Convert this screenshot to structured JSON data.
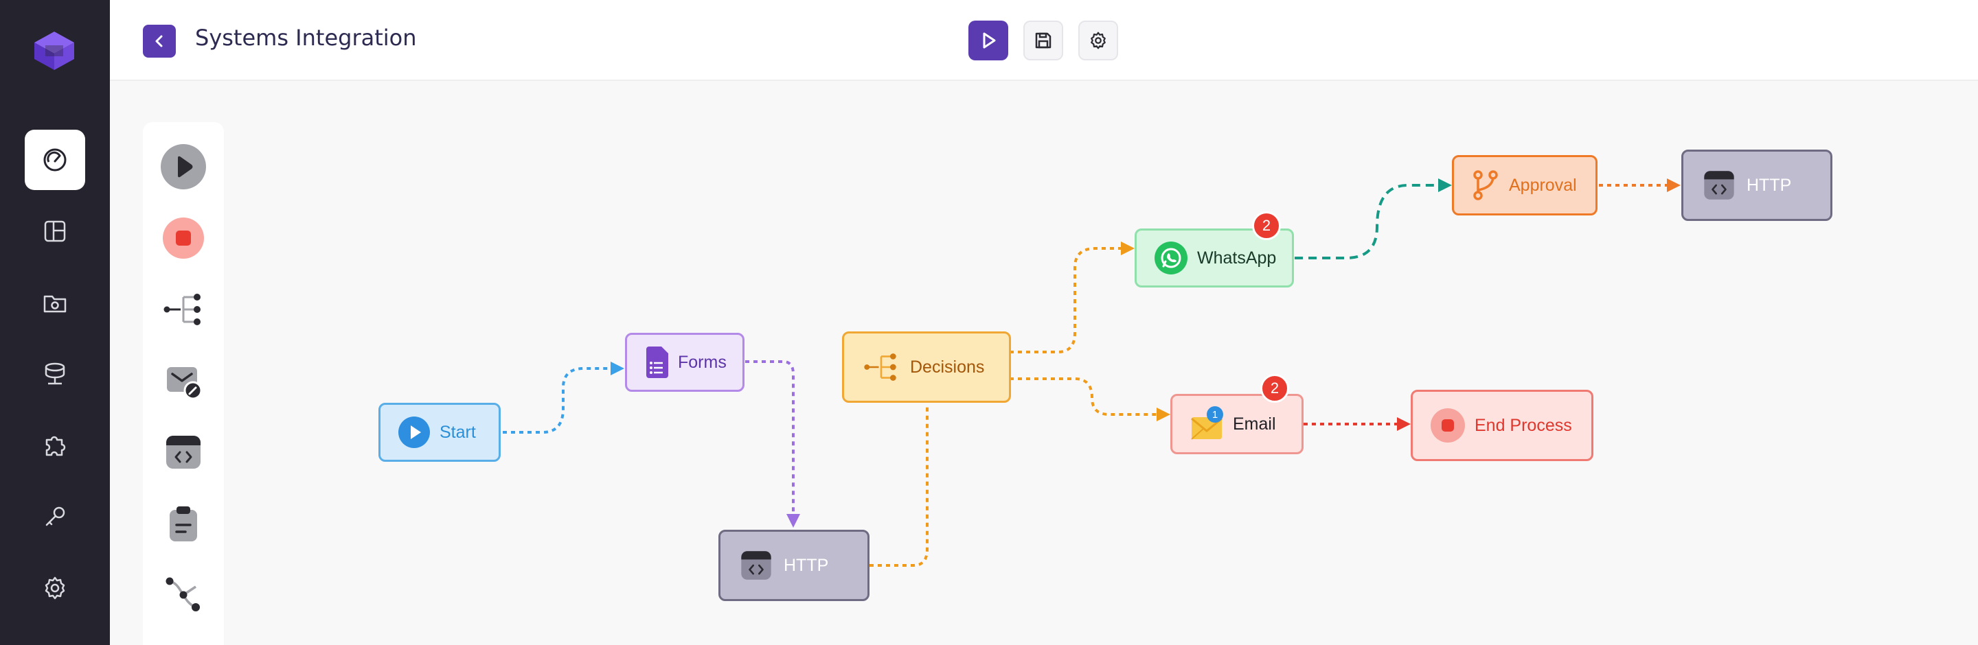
{
  "header": {
    "title": "Systems Integration",
    "back_label": "back",
    "run_label": "run",
    "save_label": "save",
    "settings_label": "settings"
  },
  "nav": {
    "items": [
      {
        "name": "dashboard",
        "icon": "speedometer-icon",
        "active": true
      },
      {
        "name": "layout",
        "icon": "layout-grid-icon",
        "active": false
      },
      {
        "name": "folder",
        "icon": "folder-shield-icon",
        "active": false
      },
      {
        "name": "database",
        "icon": "database-icon",
        "active": false
      },
      {
        "name": "plugins",
        "icon": "puzzle-icon",
        "active": false
      },
      {
        "name": "keys",
        "icon": "key-icon",
        "active": false
      },
      {
        "name": "settings",
        "icon": "gear-icon",
        "active": false
      }
    ]
  },
  "palette": {
    "items": [
      {
        "name": "start",
        "icon": "play-icon"
      },
      {
        "name": "end",
        "icon": "stop-icon"
      },
      {
        "name": "decisions",
        "icon": "branch-tree-icon"
      },
      {
        "name": "email-edit",
        "icon": "mail-edit-icon"
      },
      {
        "name": "http",
        "icon": "code-window-icon"
      },
      {
        "name": "forms",
        "icon": "clipboard-icon"
      },
      {
        "name": "approval",
        "icon": "git-branch-icon"
      }
    ]
  },
  "canvas": {
    "nodes": {
      "start": {
        "label": "Start"
      },
      "forms": {
        "label": "Forms"
      },
      "http1": {
        "label": "HTTP"
      },
      "decisions": {
        "label": "Decisions"
      },
      "whatsapp": {
        "label": "WhatsApp",
        "badge": "2"
      },
      "email": {
        "label": "Email",
        "badge": "2",
        "icon_badge": "1"
      },
      "end": {
        "label": "End Process"
      },
      "approval": {
        "label": "Approval"
      },
      "http2": {
        "label": "HTTP"
      }
    }
  },
  "colors": {
    "nav_bg": "#24232e",
    "accent": "#5b3bb0",
    "start": "#3aa0e8",
    "forms": "#9b6fe0",
    "decisions": "#f09a1a",
    "whatsapp": "#25c15f",
    "email": "#ee6a6a",
    "approval": "#ee7a28",
    "teal_edge": "#169a85",
    "end_edge": "#e63a2e"
  }
}
